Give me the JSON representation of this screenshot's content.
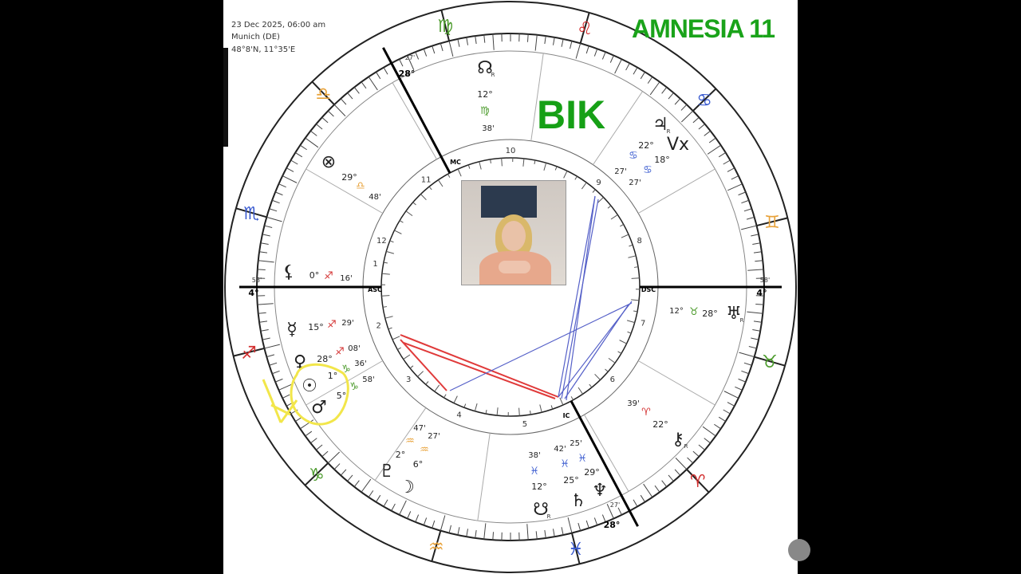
{
  "header": {
    "date_line": "23 Dec 2025, 06:00 am",
    "place_line": "Munich (DE)",
    "coords_line": "48°8'N,    11°35'E"
  },
  "watermark": "AMNESIA 11",
  "overlay_text": "BIK",
  "colors": {
    "fire": "#d33030",
    "earth": "#4a9a2a",
    "air": "#e8a23a",
    "water": "#3a5bd0",
    "aspect_red": "#e03a3a",
    "aspect_blue": "#5560c8",
    "highlight": "#f2e64a",
    "watermark": "#1aa31a"
  },
  "zodiac_signs": [
    {
      "name": "virgo",
      "glyph": "♍"
    },
    {
      "name": "leo",
      "glyph": "♌"
    },
    {
      "name": "cancer",
      "glyph": "♋"
    },
    {
      "name": "gemini",
      "glyph": "♊"
    },
    {
      "name": "taurus",
      "glyph": "♉"
    },
    {
      "name": "aries",
      "glyph": "♈"
    },
    {
      "name": "pisces",
      "glyph": "♓"
    },
    {
      "name": "aquarius",
      "glyph": "♒"
    },
    {
      "name": "capricorn",
      "glyph": "♑"
    },
    {
      "name": "sagittarius",
      "glyph": "♐"
    },
    {
      "name": "scorpio",
      "glyph": "♏"
    },
    {
      "name": "libra",
      "glyph": "♎"
    }
  ],
  "axes": {
    "asc": {
      "label": "ASC",
      "deg": "4°",
      "min": "58'"
    },
    "dsc": {
      "label": "DSC",
      "deg": "4°",
      "min": "58'"
    },
    "mc": {
      "label": "MC",
      "deg": "28°",
      "min": "27'"
    },
    "ic": {
      "label": "IC",
      "deg": "28°",
      "min": "27'"
    }
  },
  "house_numbers": [
    "1",
    "2",
    "3",
    "4",
    "5",
    "6",
    "7",
    "8",
    "9",
    "10",
    "11",
    "12"
  ],
  "planets": [
    {
      "name": "north-node",
      "glyph": "☊",
      "retro": "R",
      "deg": "12°",
      "sign": "♍",
      "min": "38'"
    },
    {
      "name": "jupiter",
      "glyph": "♃",
      "retro": "R",
      "deg": "22°",
      "sign": "♋",
      "min": "27'"
    },
    {
      "name": "vertex",
      "glyph": "Vx",
      "deg": "18°",
      "sign": "♋",
      "min": "27'"
    },
    {
      "name": "part-of-fortune",
      "glyph": "⊗",
      "deg": "29°",
      "sign": "♎",
      "min": "48'"
    },
    {
      "name": "lilith",
      "glyph": "⚸",
      "deg": "0°",
      "sign": "♐",
      "min": "16'"
    },
    {
      "name": "mercury",
      "glyph": "☿",
      "deg": "15°",
      "sign": "♐",
      "min": "29'"
    },
    {
      "name": "venus",
      "glyph": "♀",
      "deg": "28°",
      "sign": "♐",
      "min": "08'"
    },
    {
      "name": "sun",
      "glyph": "☉",
      "deg": "1°",
      "sign": "♑",
      "min": "36'"
    },
    {
      "name": "mars",
      "glyph": "♂",
      "deg": "5°",
      "sign": "♑",
      "min": "58'"
    },
    {
      "name": "uranus",
      "glyph": "♅",
      "retro": "R",
      "deg": "28°",
      "sign": "♉",
      "min": "12°"
    },
    {
      "name": "chiron",
      "glyph": "⚷",
      "retro": "R",
      "deg": "22°",
      "sign": "♈",
      "min": "39'"
    },
    {
      "name": "pluto",
      "glyph": "♇",
      "deg": "2°",
      "sign": "♒",
      "min": "47'"
    },
    {
      "name": "moon",
      "glyph": "☽",
      "deg": "6°",
      "sign": "♒",
      "min": "27'"
    },
    {
      "name": "south-node",
      "glyph": "☋",
      "retro": "R",
      "deg": "12°",
      "sign": "♓",
      "min": "38'"
    },
    {
      "name": "saturn",
      "glyph": "♄",
      "deg": "25°",
      "sign": "♓",
      "min": "42'"
    },
    {
      "name": "neptune",
      "glyph": "♆",
      "deg": "29°",
      "sign": "♓",
      "min": "25'"
    }
  ]
}
